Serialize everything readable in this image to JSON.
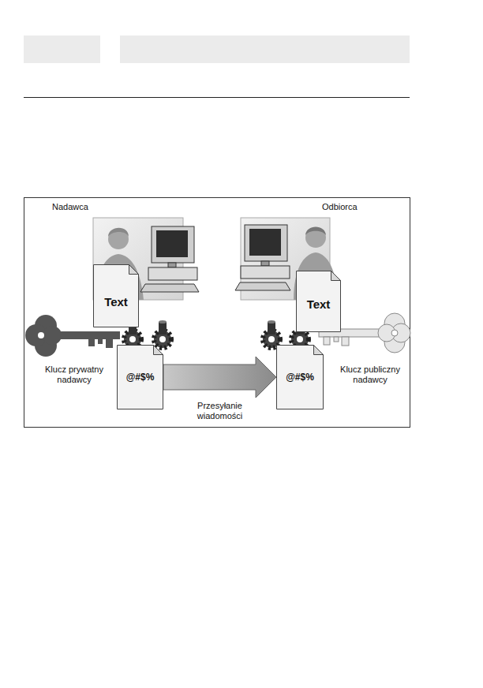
{
  "diagram": {
    "nodes": [
      {
        "text": [
          "Text"
        ]
      },
      {
        "text": [
          "@#$%"
        ]
      },
      {
        "text": [
          "Text"
        ]
      },
      {
        "text": [
          "@#$%"
        ]
      }
    ],
    "edges": [
      {
        "from": 1,
        "to": 3,
        "arrow": "to",
        "label": "Przesyłanie wiadomości"
      }
    ],
    "labels": [
      "Nadawca",
      "Odbiorca",
      "Klucz prywatny nadawcy",
      "Klucz publiczny nadawcy"
    ]
  }
}
